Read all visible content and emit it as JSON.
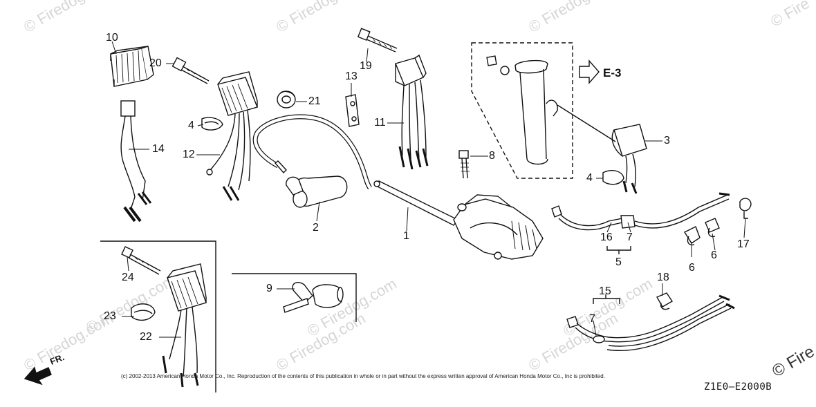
{
  "watermark": {
    "text": "© Firedog.com",
    "text_short": "© Fire"
  },
  "direction": {
    "label": "FR."
  },
  "external_ref": {
    "label": "E-3"
  },
  "copyright": "(c) 2002-2013 American Honda Motor Co., Inc. Reproduction of the contents of this publication in whole or in part without the express written approval of American Honda Motor Co., Inc is prohibited.",
  "diagram_code": "Z1E0—E2000B",
  "callouts": [
    {
      "id": "c10",
      "label": "10"
    },
    {
      "id": "c20",
      "label": "20"
    },
    {
      "id": "c14",
      "label": "14"
    },
    {
      "id": "c4a",
      "label": "4"
    },
    {
      "id": "c12",
      "label": "12"
    },
    {
      "id": "c21",
      "label": "21"
    },
    {
      "id": "c13",
      "label": "13"
    },
    {
      "id": "c19",
      "label": "19"
    },
    {
      "id": "c11",
      "label": "11"
    },
    {
      "id": "c2",
      "label": "2"
    },
    {
      "id": "c1",
      "label": "1"
    },
    {
      "id": "c8",
      "label": "8"
    },
    {
      "id": "c3",
      "label": "3"
    },
    {
      "id": "c4b",
      "label": "4"
    },
    {
      "id": "c16",
      "label": "16"
    },
    {
      "id": "c7a",
      "label": "7"
    },
    {
      "id": "c5",
      "label": "5"
    },
    {
      "id": "c6a",
      "label": "6"
    },
    {
      "id": "c6b",
      "label": "6"
    },
    {
      "id": "c17",
      "label": "17"
    },
    {
      "id": "c18",
      "label": "18"
    },
    {
      "id": "c15",
      "label": "15"
    },
    {
      "id": "c7b",
      "label": "7"
    },
    {
      "id": "c24",
      "label": "24"
    },
    {
      "id": "c23",
      "label": "23"
    },
    {
      "id": "c22",
      "label": "22"
    },
    {
      "id": "c9",
      "label": "9"
    }
  ]
}
